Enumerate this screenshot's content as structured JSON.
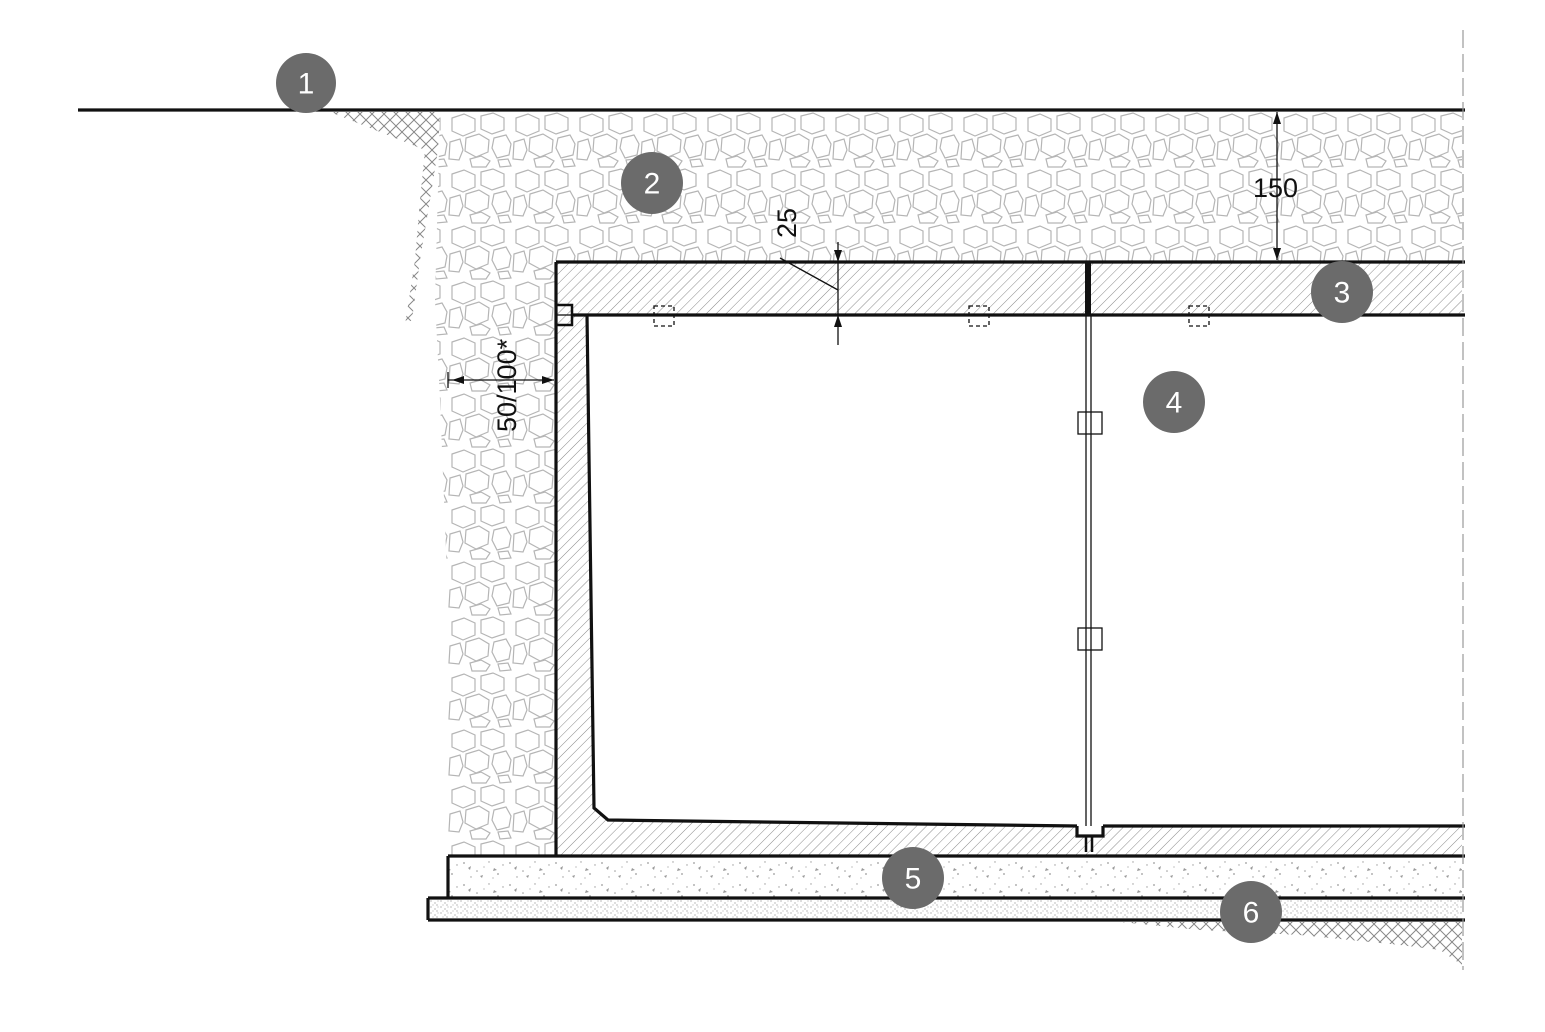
{
  "markers": [
    "1",
    "2",
    "3",
    "4",
    "5",
    "6"
  ],
  "dimensions": {
    "fill_depth": "150",
    "slab_thickness": "25",
    "wall_gap": "50/100*"
  },
  "colors": {
    "marker_fill": "#6b6b6b",
    "line": "#111111",
    "gravel_stroke": "#b5b5b5",
    "hatch_stroke": "#8a8a8a"
  }
}
